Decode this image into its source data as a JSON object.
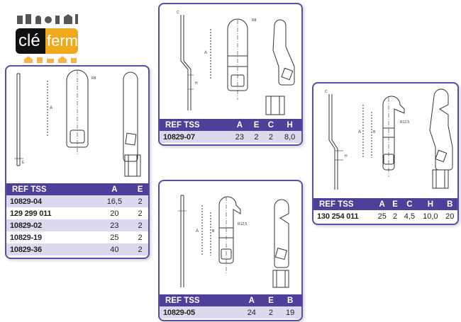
{
  "logo": {
    "left": "clé",
    "right": "ferm"
  },
  "cards": [
    {
      "id": "card1",
      "headers": [
        "REF TSS",
        "A",
        "E"
      ],
      "rows": [
        [
          "10829-04",
          "16,5",
          "2"
        ],
        [
          "129 299 011",
          "20",
          "2"
        ],
        [
          "10829-02",
          "23",
          "2"
        ],
        [
          "10829-19",
          "25",
          "2"
        ],
        [
          "10829-36",
          "40",
          "2"
        ]
      ]
    },
    {
      "id": "card2",
      "headers": [
        "REF TSS",
        "A",
        "E",
        "C",
        "H"
      ],
      "rows": [
        [
          "10829-07",
          "23",
          "2",
          "2",
          "8,0"
        ]
      ]
    },
    {
      "id": "card3",
      "headers": [
        "REF TSS",
        "A",
        "E",
        "C",
        "H",
        "B"
      ],
      "rows": [
        [
          "130 254 011",
          "25",
          "2",
          "4,5",
          "10,0",
          "20"
        ]
      ]
    },
    {
      "id": "card4",
      "headers": [
        "REF TSS",
        "A",
        "E",
        "B"
      ],
      "rows": [
        [
          "10829-05",
          "24",
          "2",
          "19"
        ]
      ]
    }
  ],
  "drawing_labels": {
    "a": "A",
    "c": "C",
    "e": "E",
    "h": "H",
    "b": "B",
    "r8": "R8",
    "r12": "R12,5"
  },
  "colors": {
    "header": "#4f3f99",
    "row_alt": "#dcd8ee",
    "border": "#5b4da3",
    "logo_orange": "#f0a81c"
  }
}
